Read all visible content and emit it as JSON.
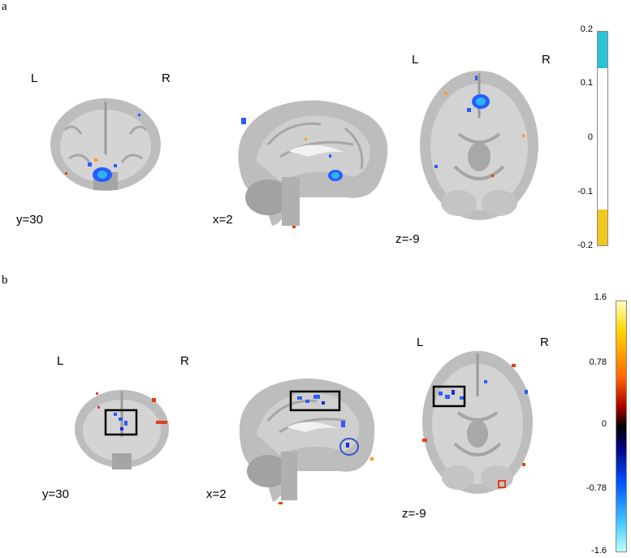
{
  "panels": [
    {
      "label": "a",
      "views": [
        {
          "side_left": "L",
          "side_right": "R",
          "coord": "y=30"
        },
        {
          "coord": "x=2"
        },
        {
          "side_left": "L",
          "side_right": "R",
          "coord": "z=-9"
        }
      ],
      "colorbar": {
        "ticks": [
          "0.2",
          "0.1",
          "0",
          "-0.1",
          "-0.2"
        ]
      }
    },
    {
      "label": "b",
      "views": [
        {
          "side_left": "L",
          "side_right": "R",
          "coord": "y=30"
        },
        {
          "coord": "x=2"
        },
        {
          "side_left": "L",
          "side_right": "R",
          "coord": "z=-9"
        }
      ],
      "colorbar": {
        "ticks": [
          "1.6",
          "0.78",
          "0",
          "-0.78",
          "-1.6"
        ]
      }
    }
  ],
  "colors": {
    "brain_fill": "#bdbdbd",
    "brain_inner": "#d6d6d6",
    "brain_dark": "#8f8f8f",
    "blue_activation": "#2a5cff",
    "cyan_activation": "#28b7f0",
    "red_activation": "#e0401a",
    "orange_activation": "#ff9a22",
    "box_outline": "#000000",
    "circle_outline": "#2f56d0"
  }
}
